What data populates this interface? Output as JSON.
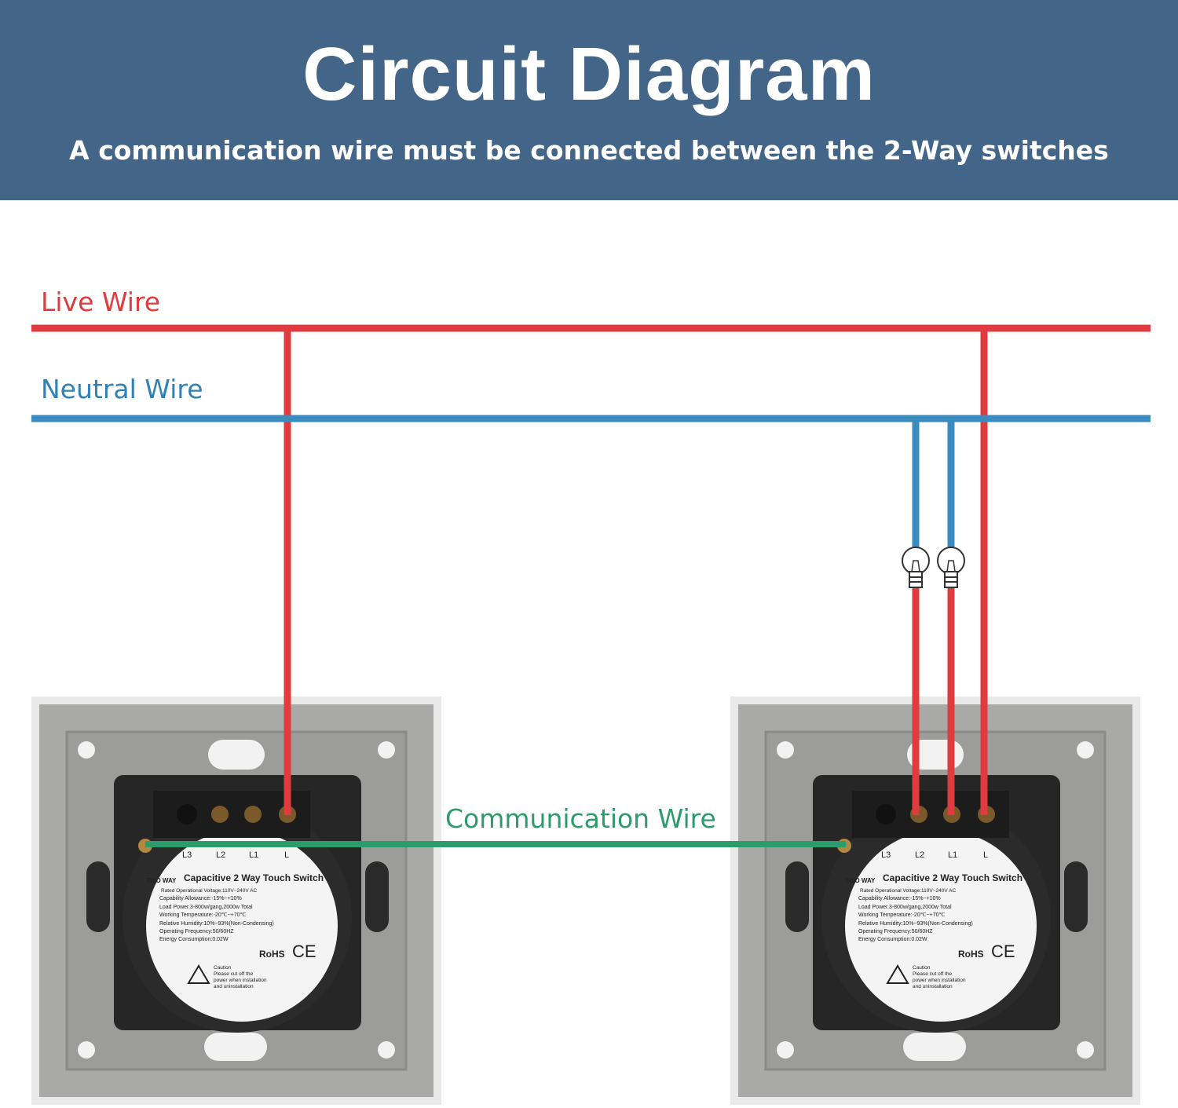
{
  "header": {
    "title": "Circuit Diagram",
    "subtitle": "A communication wire must be connected between the 2-Way switches"
  },
  "wires": {
    "live_label": "Live Wire",
    "neutral_label": "Neutral Wire",
    "communication_label": "Communication Wire",
    "colors": {
      "live": "#e03b3e",
      "neutral": "#3a8cbf",
      "communication": "#2d9b6b",
      "header": "#436688"
    }
  },
  "switch_label": {
    "terminals": [
      "L3",
      "L2",
      "L1",
      "L"
    ],
    "type_tag": "TWO WAY",
    "name": "Capacitive 2 Way Touch Switch",
    "specs": [
      "Rated Operational Voltage:110V~240V AC",
      "Capability Allowance:-15%~+10%",
      "Load Power.3-800w/gang,2000w Total",
      "Working Temperature:-20℃~+70℃",
      "Relative Humidity:10%~93%(Non-Condensing)",
      "Operating Frequency:50/60HZ",
      "Energy Consumption:0.02W"
    ],
    "certs": "RoHS",
    "ce": "CE",
    "caution": [
      "Caution",
      "Please cut off the",
      "power when installation",
      "and uninstallation"
    ]
  }
}
